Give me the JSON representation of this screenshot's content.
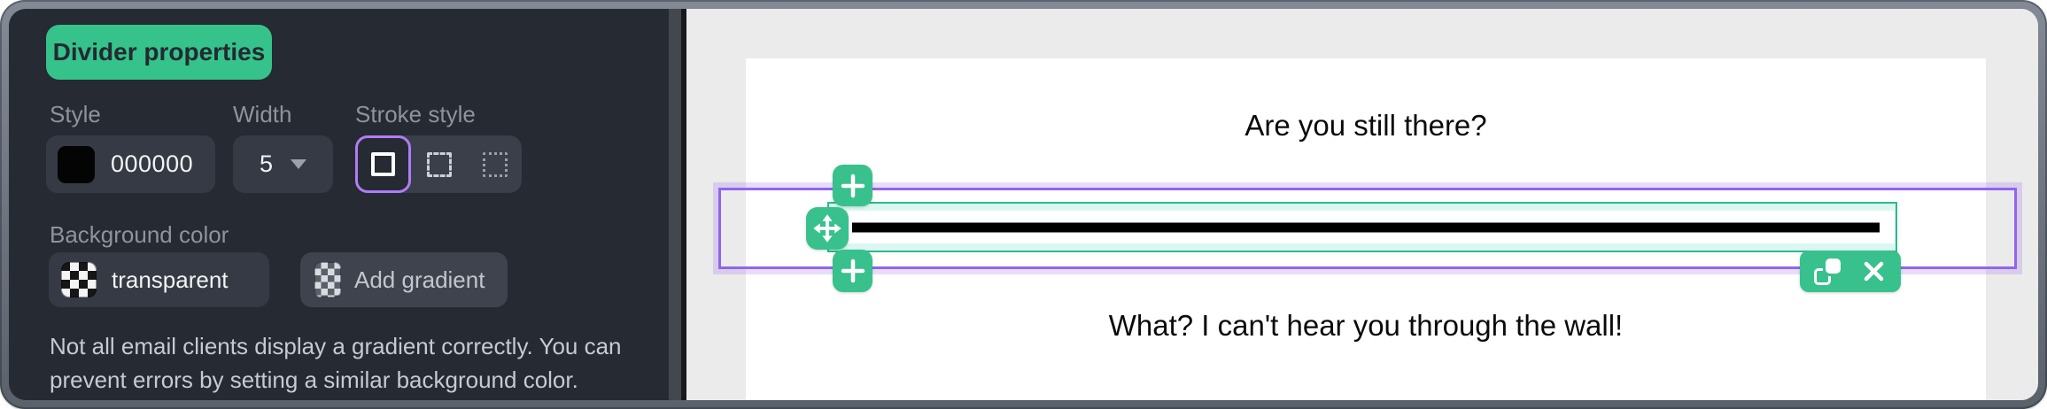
{
  "panel": {
    "title": "Divider properties",
    "style": {
      "label": "Style",
      "hex": "000000",
      "swatch_color": "#000000"
    },
    "width": {
      "label": "Width",
      "value": "5"
    },
    "stroke": {
      "label": "Stroke style",
      "options": [
        "solid",
        "dashed",
        "dotted"
      ],
      "selected": "solid"
    },
    "background": {
      "label": "Background color",
      "value": "transparent",
      "add_gradient_label": "Add gradient"
    },
    "note_lines": [
      "Not all email clients display a gradient correctly. You can",
      "prevent errors by setting a similar background color."
    ]
  },
  "canvas": {
    "heading": "Are you still there?",
    "paragraph": "What? I can't hear you through the wall!"
  },
  "colors": {
    "accent_green": "#38c18d",
    "badge_green": "#35c38b",
    "selection_purple": "#9264ee",
    "selection_teal": "#2cb98c",
    "selection_teal_fill": "#daf7f1",
    "panel_background": "#262a32",
    "field_background": "#353a44",
    "canvas_background": "#ebebeb",
    "divider_color": "#000000"
  },
  "icons": {
    "checkerboard": "transparency checker swatch",
    "gradient_checker": "add-gradient swatch",
    "caret_down": "dropdown caret",
    "square_solid": "solid stroke",
    "square_dashed": "dashed stroke",
    "square_dotted": "dotted stroke",
    "plus": "add block",
    "move": "drag to move block",
    "duplicate": "duplicate block",
    "close": "delete block"
  }
}
